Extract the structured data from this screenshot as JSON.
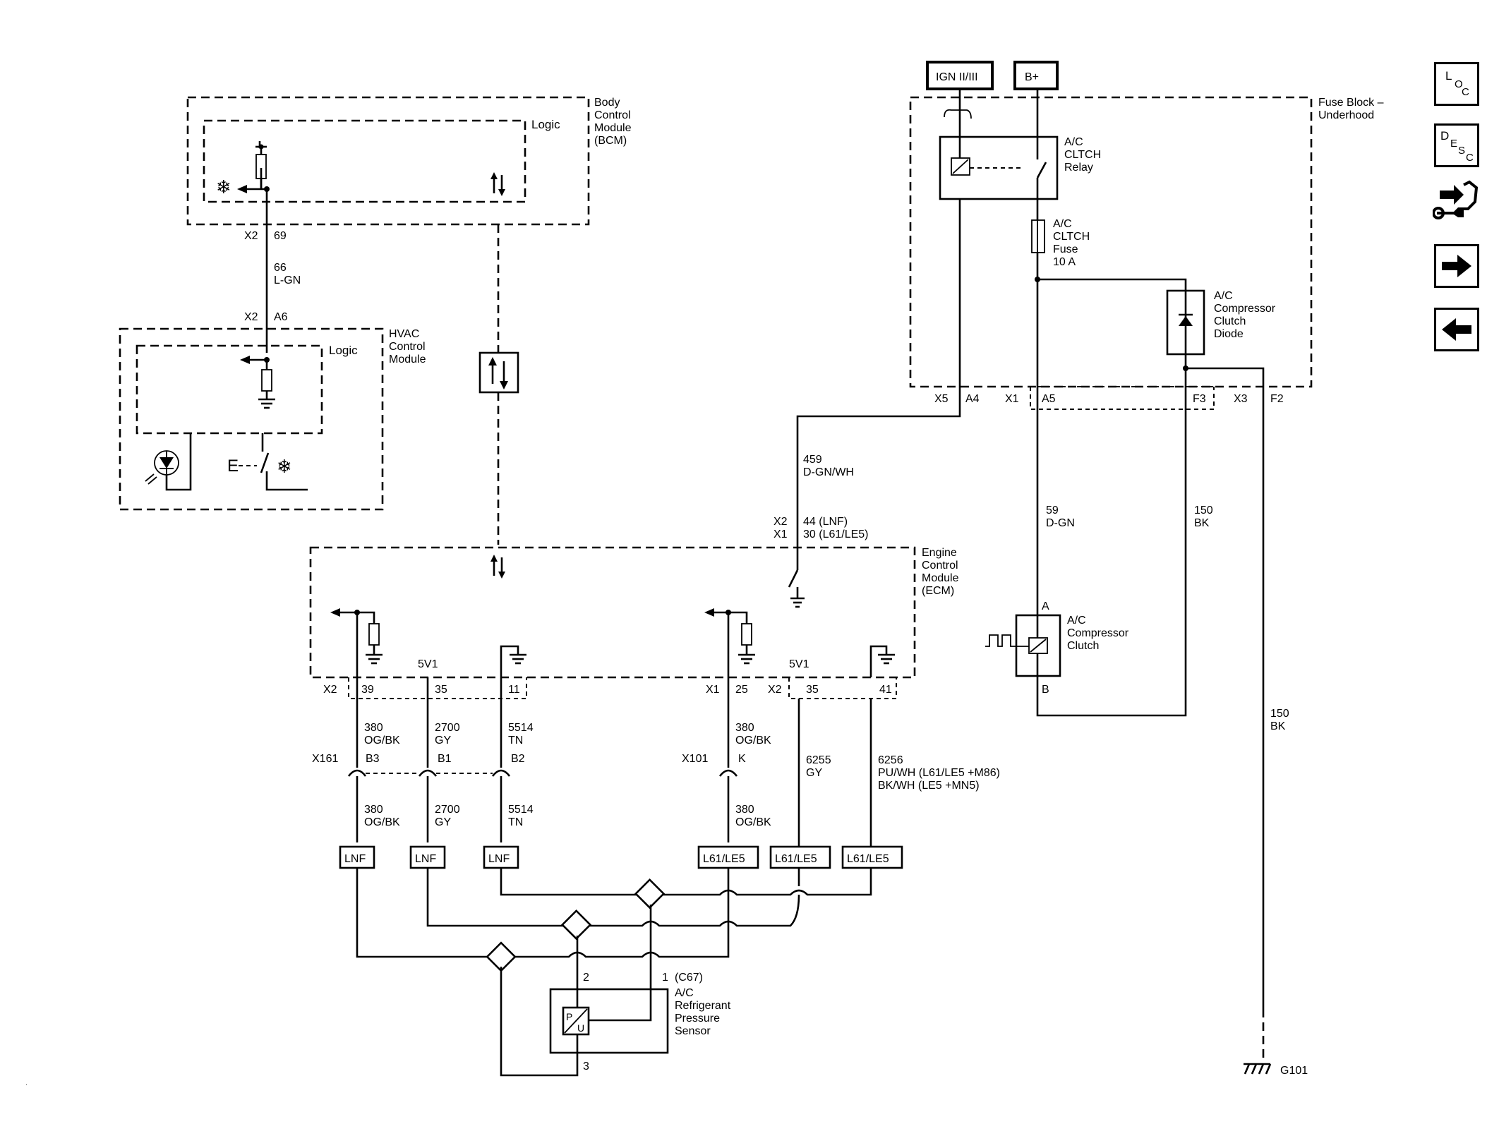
{
  "nav": {
    "loc": {
      "big": "L",
      "sub1": "O",
      "sub2": "C"
    },
    "desc": {
      "big": "D",
      "sub1": "E",
      "sub2": "S",
      "sub3": "C"
    }
  },
  "power": {
    "ign": "IGN II/III",
    "bplus": "B+"
  },
  "bcm": {
    "name": [
      "Body",
      "Control",
      "Module",
      "(BCM)"
    ],
    "logic": "Logic",
    "conn": "X2",
    "pin": "69"
  },
  "wire_66": {
    "circuit": "66",
    "color": "L-GN"
  },
  "hvac": {
    "name": [
      "HVAC",
      "Control",
      "Module"
    ],
    "logic": "Logic",
    "conn": "X2",
    "pin": "A6"
  },
  "fuse_block": {
    "name": [
      "Fuse Block –",
      "Underhood"
    ],
    "relay": [
      "A/C",
      "CLTCH",
      "Relay"
    ],
    "fuse": [
      "A/C",
      "CLTCH",
      "Fuse",
      "10 A"
    ],
    "diode": [
      "A/C",
      "Compressor",
      "Clutch",
      "Diode"
    ],
    "pins": [
      {
        "conn": "X5",
        "pin": "A4"
      },
      {
        "conn": "X1",
        "pin": "A5"
      },
      {
        "conn": "",
        "pin": "F3"
      },
      {
        "conn": "X3",
        "pin": "F2"
      }
    ]
  },
  "wire_459": {
    "circuit": "459",
    "color": "D-GN/WH"
  },
  "ecm_input": {
    "line1_conn": "X2",
    "line1": "44 (LNF)",
    "line2_conn": "X1",
    "line2": "30 (L61/LE5)"
  },
  "ecm": {
    "name": [
      "Engine",
      "Control",
      "Module",
      "(ECM)"
    ],
    "ref1": "5V1",
    "ref2": "5V1",
    "pins_left": {
      "conn": "X2",
      "pins": [
        "39",
        "35",
        "11"
      ]
    },
    "pins_mid": {
      "conn": "X1",
      "pin": "25"
    },
    "pins_right": {
      "conn": "X2",
      "pins": [
        "35",
        "41"
      ]
    }
  },
  "wire_59": {
    "circuit": "59",
    "color": "D-GN"
  },
  "wire_150a": {
    "circuit": "150",
    "color": "BK"
  },
  "wire_150b": {
    "circuit": "150",
    "color": "BK"
  },
  "clutch": {
    "name": [
      "A/C",
      "Compressor",
      "Clutch"
    ],
    "pin_a": "A",
    "pin_b": "B"
  },
  "ground": {
    "label": "G101"
  },
  "upper_wires": [
    {
      "circuit": "380",
      "color": "OG/BK"
    },
    {
      "circuit": "2700",
      "color": "GY"
    },
    {
      "circuit": "5514",
      "color": "TN"
    },
    {
      "circuit": "380",
      "color": "OG/BK"
    },
    {
      "circuit": "6255",
      "color": "GY"
    },
    {
      "circuit": "6256",
      "color": "PU/WH (L61/LE5 +M86)",
      "color2": "BK/WH (LE5 +MN5)"
    }
  ],
  "inline_x161": {
    "conn": "X161",
    "pins": [
      "B3",
      "B1",
      "B2"
    ]
  },
  "inline_x101": {
    "conn": "X101",
    "pin": "K"
  },
  "lower_wires": [
    {
      "circuit": "380",
      "color": "OG/BK"
    },
    {
      "circuit": "2700",
      "color": "GY"
    },
    {
      "circuit": "5514",
      "color": "TN"
    },
    {
      "circuit": "380",
      "color": "OG/BK"
    }
  ],
  "options": [
    "LNF",
    "LNF",
    "LNF",
    "L61/LE5",
    "L61/LE5",
    "L61/LE5"
  ],
  "sensor": {
    "conn": "(C67)",
    "name": [
      "A/C",
      "Refrigerant",
      "Pressure",
      "Sensor"
    ],
    "pin1": "1",
    "pin2": "2",
    "pin3": "3"
  }
}
